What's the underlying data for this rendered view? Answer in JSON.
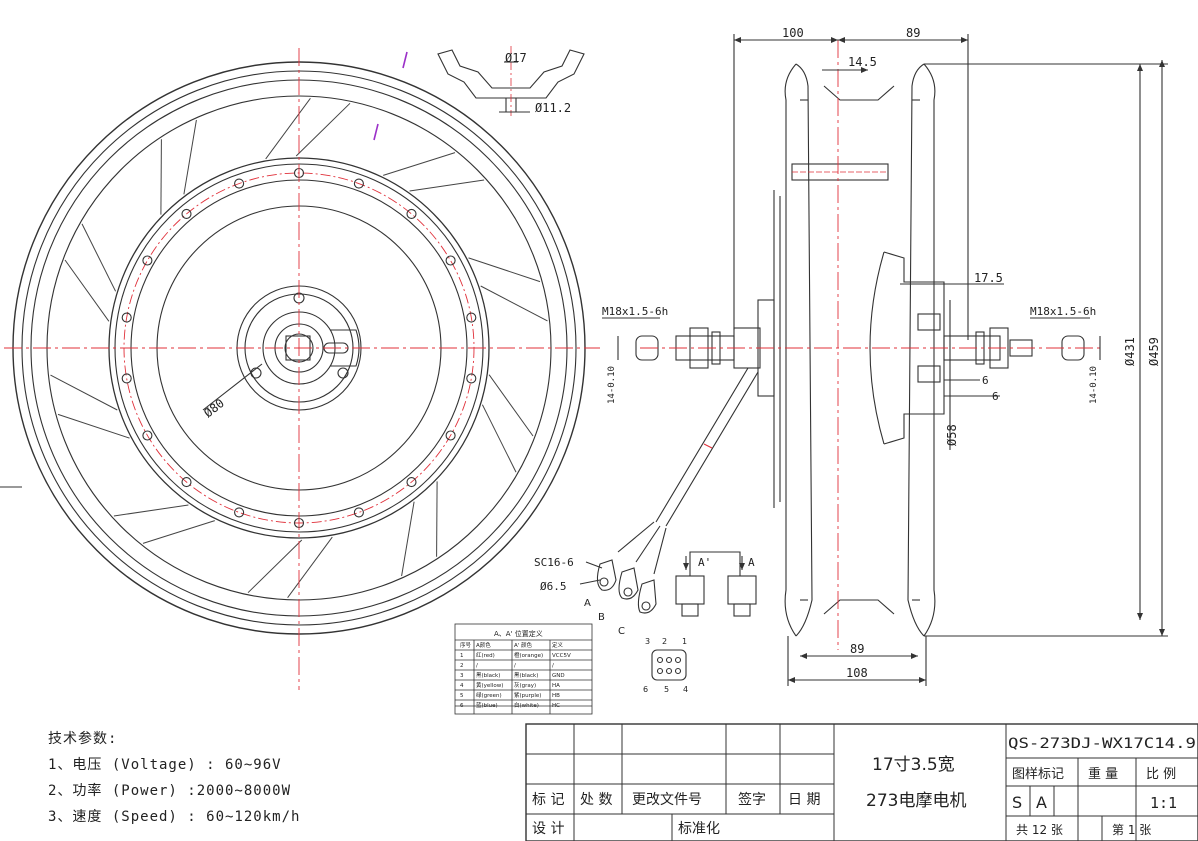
{
  "colors": {
    "line": "#333333",
    "center_line": "#e0303a",
    "background": "#ffffff"
  },
  "front_view": {
    "bore_dim": "Ø80"
  },
  "rim_section": {
    "dim_top": "Ø17",
    "dim_bottom": "Ø11.2"
  },
  "side_view": {
    "dim_100": "100",
    "dim_89_top": "89",
    "dim_14_5": "14.5",
    "dim_17_5": "17.5",
    "dim_6a": "6",
    "dim_6b": "6",
    "dim_58": "Ø58",
    "dim_431": "Ø431",
    "dim_459": "Ø459",
    "dim_89_bottom": "89",
    "dim_108": "108",
    "thread_left": "M18x1.5-6h",
    "thread_right": "M18x1.5-6h",
    "tol_left": "14-0.10",
    "tol_right": "14-0.10"
  },
  "connector": {
    "terminal": "SC16-6",
    "hole": "Ø6.5",
    "phase_a": "A",
    "phase_b": "B",
    "phase_c": "C",
    "section_a2": "A'",
    "section_a": "A",
    "pins_top": [
      "3",
      "2",
      "1"
    ],
    "pins_bottom": [
      "6",
      "5",
      "4"
    ]
  },
  "pin_table": {
    "title": "A、A' 位置定义",
    "headers": [
      "序号",
      "A颜色",
      "A' 颜色",
      "定义"
    ],
    "rows": [
      [
        "1",
        "红(red)",
        "橙(orange)",
        "VCC5V"
      ],
      [
        "2",
        "/",
        "/",
        "/"
      ],
      [
        "3",
        "黑(black)",
        "黑(black)",
        "GND"
      ],
      [
        "4",
        "黄(yellow)",
        "灰(gray)",
        "HA"
      ],
      [
        "5",
        "绿(green)",
        "紫(purple)",
        "HB"
      ],
      [
        "6",
        "蓝(blue)",
        "白(white)",
        "HC"
      ]
    ]
  },
  "specs": {
    "heading": "技术参数:",
    "line1": "1、电压 (Voltage) : 60~96V",
    "line2": "2、功率 (Power) :2000~8000W",
    "line3": "3、速度 (Speed) : 60~120km/h"
  },
  "title_block": {
    "code": "QS-273DJ-WX17C14.9",
    "name_line1": "17寸3.5宽",
    "name_line2": "273电摩电机",
    "h_mark": "标 记",
    "h_count": "处 数",
    "h_docno": "更改文件号",
    "h_sign": "签字",
    "h_date": "日 期",
    "h_design": "设 计",
    "h_standard": "标准化",
    "h_sample": "图样标记",
    "h_weight": "重 量",
    "h_scale": "比 例",
    "mark_s": "S",
    "mark_a": "A",
    "scale": "1:1",
    "total": "共 12 张",
    "sheet": "第 1 张"
  }
}
